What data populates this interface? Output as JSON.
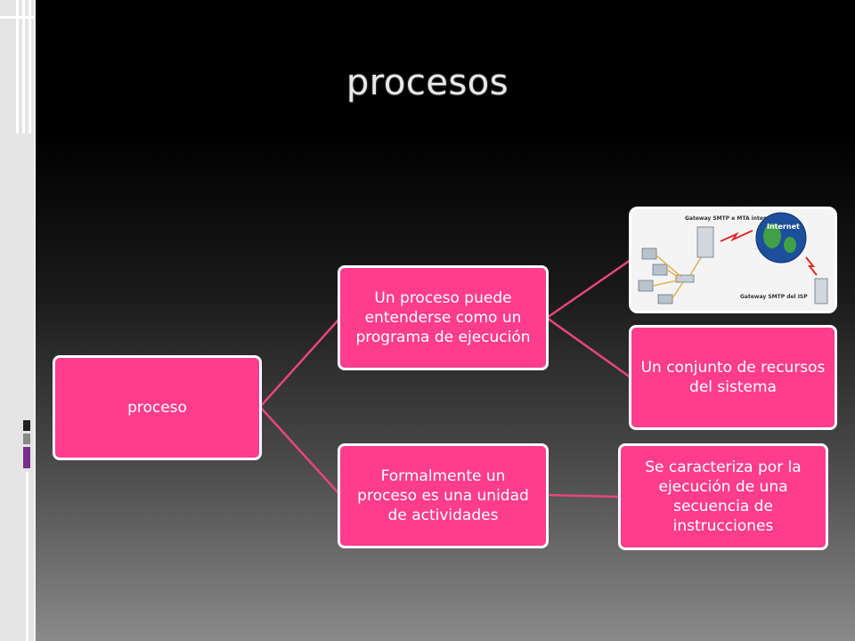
{
  "slide": {
    "title": "procesos"
  },
  "diagram": {
    "root": "proceso",
    "branch1": "Un proceso puede entenderse como un programa de ejecución",
    "branch1_children": {
      "image_labels": {
        "top_server": "Gateway SMTP e MTA interno",
        "globe": "Internet",
        "bottom_server": "Gateway SMTP del ISP"
      },
      "text_child": "Un conjunto de recursos del sistema"
    },
    "branch2": "Formalmente  un proceso es una unidad de actividades",
    "branch2_child": "Se caracteriza por la ejecución de una secuencia  de instrucciones"
  },
  "colors": {
    "node_fill": "#ff3d8c",
    "node_border": "#ffffff",
    "connector": "#e8457e",
    "title": "#e8e8e8"
  }
}
